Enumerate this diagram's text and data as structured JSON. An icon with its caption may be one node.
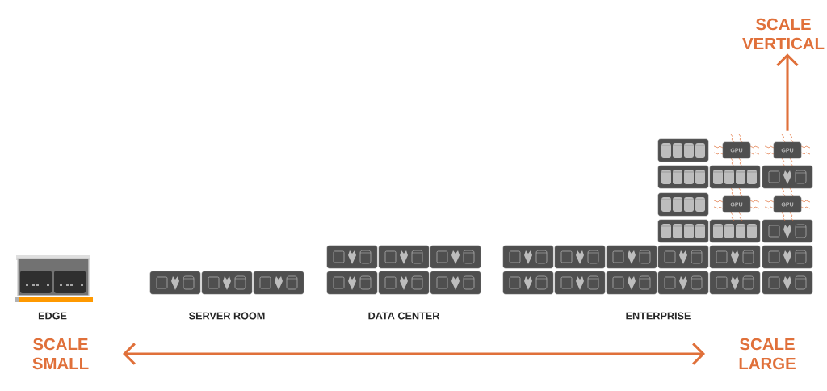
{
  "diagram": {
    "nodes": [
      {
        "text": [
          "SCALE VERTICAL"
        ]
      },
      {
        "text": [
          "SCALE SMALL"
        ]
      },
      {
        "text": [
          "SCALE LARGE"
        ]
      },
      {
        "text": [
          "GPU"
        ]
      },
      {
        "text": [
          "GPU"
        ]
      },
      {
        "text": [
          "GPU"
        ]
      },
      {
        "text": [
          "GPU"
        ]
      }
    ],
    "edges": [
      {
        "from": 1,
        "to": 2,
        "arrow": "both"
      },
      {
        "from": 4,
        "to": 0,
        "arrow": "to"
      }
    ],
    "labels": [
      "EDGE",
      "SERVER ROOM",
      "DATA CENTER",
      "ENTERPRISE"
    ]
  }
}
